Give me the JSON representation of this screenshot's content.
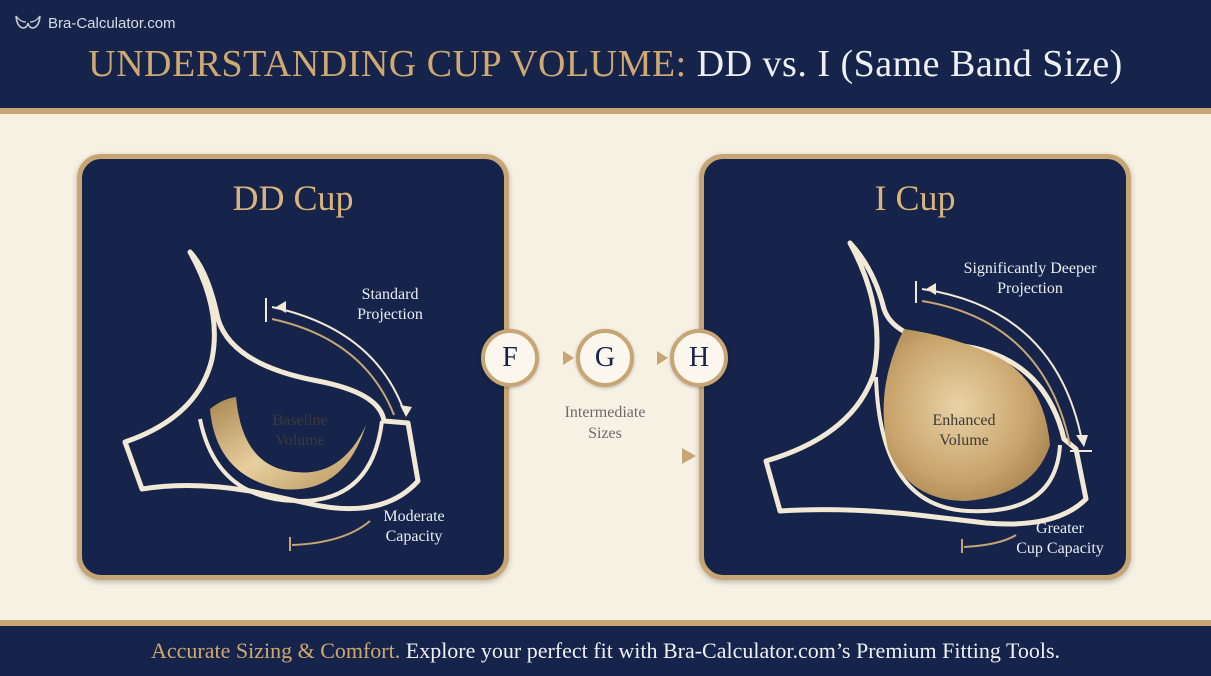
{
  "brand": {
    "name": "Bra-Calculator.com",
    "icon": "bra-logo-icon"
  },
  "title": {
    "highlight": "UNDERSTANDING CUP VOLUME:",
    "rest": " DD vs. I (Same Band Size)"
  },
  "panels": {
    "left": {
      "title": "DD Cup",
      "projection": [
        "Standard",
        "Projection"
      ],
      "volume": [
        "Baseline",
        "Volume"
      ],
      "capacity": [
        "Moderate",
        "Capacity"
      ]
    },
    "right": {
      "title": "I Cup",
      "projection": [
        "Significantly Deeper",
        "Projection"
      ],
      "volume": [
        "Enhanced",
        "Volume"
      ],
      "capacity": [
        "Greater",
        "Cup Capacity"
      ]
    }
  },
  "intermediate": {
    "sizes": [
      "F",
      "G",
      "H"
    ],
    "label": [
      "Intermediate",
      "Sizes"
    ]
  },
  "footer": {
    "highlight": "Accurate Sizing & Comfort.",
    "rest": " Explore your perfect fit with Bra-Calculator.com’s Premium Fitting Tools."
  },
  "colors": {
    "navy": "#16234a",
    "gold": "#c7a574",
    "cream": "#f7f1e4"
  }
}
